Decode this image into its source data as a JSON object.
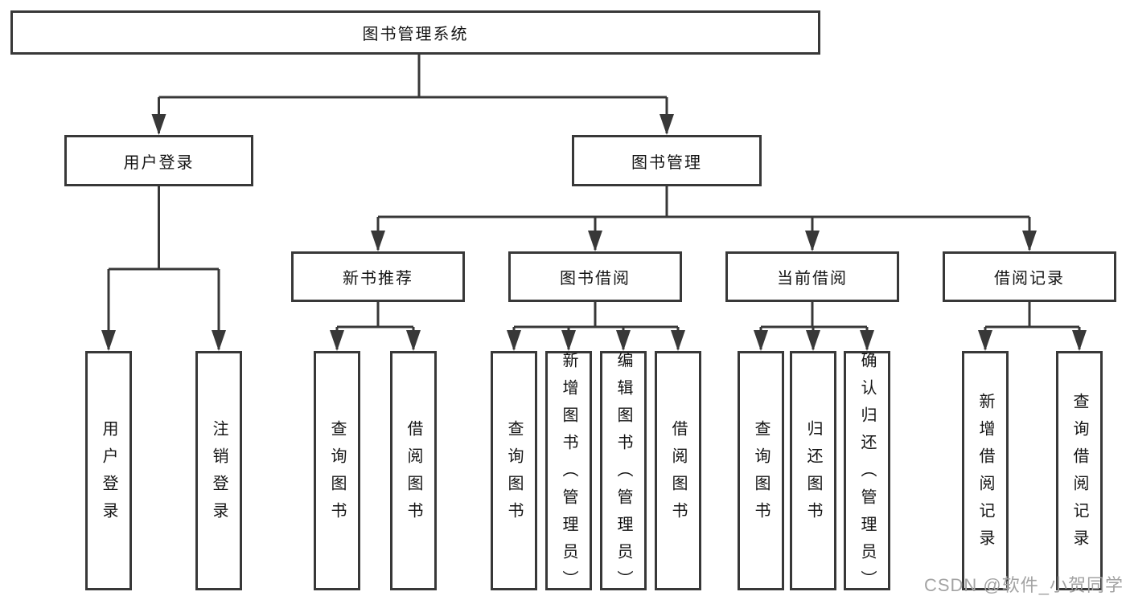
{
  "diagram": {
    "root": {
      "label": "图书管理系统"
    },
    "branches": [
      {
        "label": "用户登录",
        "children": [
          {
            "label": "用户登录"
          },
          {
            "label": "注销登录"
          }
        ]
      },
      {
        "label": "图书管理",
        "children": [
          {
            "label": "新书推荐",
            "children": [
              {
                "label": "查询图书"
              },
              {
                "label": "借阅图书"
              }
            ]
          },
          {
            "label": "图书借阅",
            "children": [
              {
                "label": "查询图书"
              },
              {
                "label": "新增图书（管理员）"
              },
              {
                "label": "编辑图书（管理员）"
              },
              {
                "label": "借阅图书"
              }
            ]
          },
          {
            "label": "当前借阅",
            "children": [
              {
                "label": "查询图书"
              },
              {
                "label": "归还图书"
              },
              {
                "label": "确认归还（管理员）"
              }
            ]
          },
          {
            "label": "借阅记录",
            "children": [
              {
                "label": "新增借阅记录"
              },
              {
                "label": "查询借阅记录"
              }
            ]
          }
        ]
      }
    ]
  },
  "watermark": {
    "text": "CSDN @软件_小贺同学"
  },
  "colors": {
    "line": "#383838",
    "box_border": "#383838",
    "text": "#141414",
    "watermark": "#a3a3a3",
    "background": "#ffffff"
  }
}
